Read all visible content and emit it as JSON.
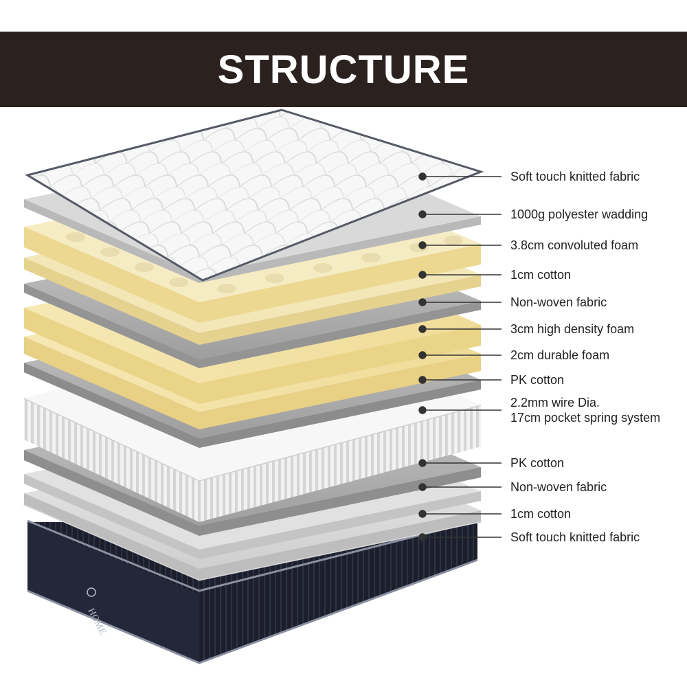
{
  "header": {
    "title": "STRUCTURE"
  },
  "brand": {
    "logo_text": "HOME"
  },
  "layers": [
    {
      "label": "Soft touch knitted fabric"
    },
    {
      "label": "1000g polyester wadding"
    },
    {
      "label": "3.8cm convoluted foam"
    },
    {
      "label": "1cm cotton"
    },
    {
      "label": "Non-woven fabric"
    },
    {
      "label": "3cm high density foam"
    },
    {
      "label": "2cm durable foam"
    },
    {
      "label": "PK cotton"
    },
    {
      "label": "2.2mm wire Dia.",
      "label2": "17cm pocket spring system"
    },
    {
      "label": "PK cotton"
    },
    {
      "label": "Non-woven fabric"
    },
    {
      "label": "1cm cotton"
    },
    {
      "label": "Soft touch knitted fabric"
    }
  ],
  "colors": {
    "header_bg": "#2b2220",
    "fabric_white": "#f4f4f4",
    "gray_layer": "#a9a9a9",
    "light_gray_layer": "#d6d6d6",
    "foam_yellow": "#f3e3a6",
    "base_navy": "#1c1f2b",
    "leader_line": "#333333"
  }
}
